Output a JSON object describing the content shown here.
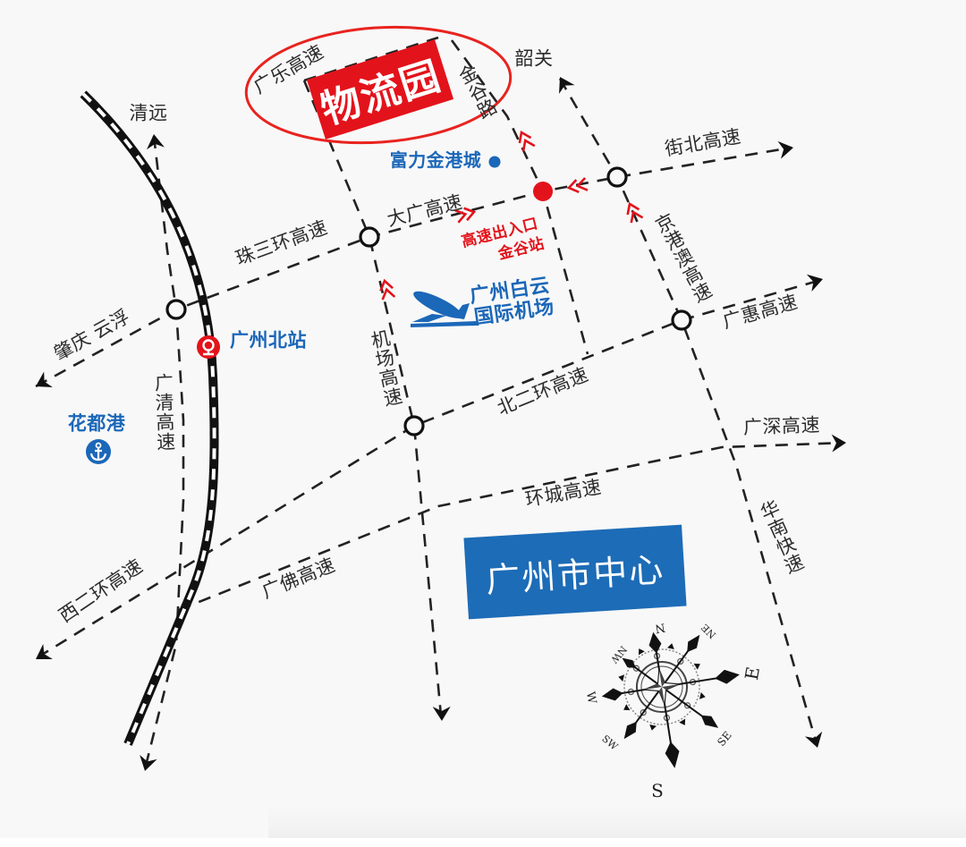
{
  "map": {
    "highlight": {
      "label": "物流园"
    },
    "city_center": {
      "label": "广州市中心"
    },
    "destinations": {
      "qingyuan": "清远",
      "shaoguan": "韶关",
      "zhaoqing_yunfu": "肇庆 云浮"
    },
    "roads": {
      "guangle": "广乐高速",
      "jingu": "金谷路",
      "jiebei": "街北高速",
      "daguang": "大广高速",
      "zhusanhuan": "珠三环高速",
      "jinggangao": "京港澳高速",
      "guanghui": "广惠高速",
      "jichang": "机场高速",
      "beierhuan": "北二环高速",
      "guangshen": "广深高速",
      "guangqing": "广清高速",
      "huancheng": "环城高速",
      "huanan": "华南快速",
      "xierhuan": "西二环高速",
      "guangfo": "广佛高速"
    },
    "places": {
      "fuli": "富力金港城",
      "exit_line1": "高速出入口",
      "exit_line2": "金谷站",
      "airport_line1": "广州白云",
      "airport_line2": "国际机场",
      "north_station": "广州北站",
      "huadu_port": "花都港"
    },
    "compass": {
      "n": "N",
      "ne": "NE",
      "e": "E",
      "se": "SE",
      "s": "S",
      "sw": "SW",
      "w": "W",
      "nw": "NW"
    },
    "icons": {
      "railway": "railway-line",
      "station": "railway-station-icon",
      "airport": "airplane-icon",
      "port": "anchor-icon",
      "interchange": "interchange-circle-icon",
      "exit": "red-dot-icon",
      "direction_arrows": "red-double-chevron-icon",
      "compass": "compass-rose-icon"
    },
    "colors": {
      "background": "#f8f8f8",
      "road": "#222222",
      "highlight_red": "#e3131b",
      "label_blue": "#1b67b8",
      "city_center_blue": "#1d6cb7"
    }
  }
}
